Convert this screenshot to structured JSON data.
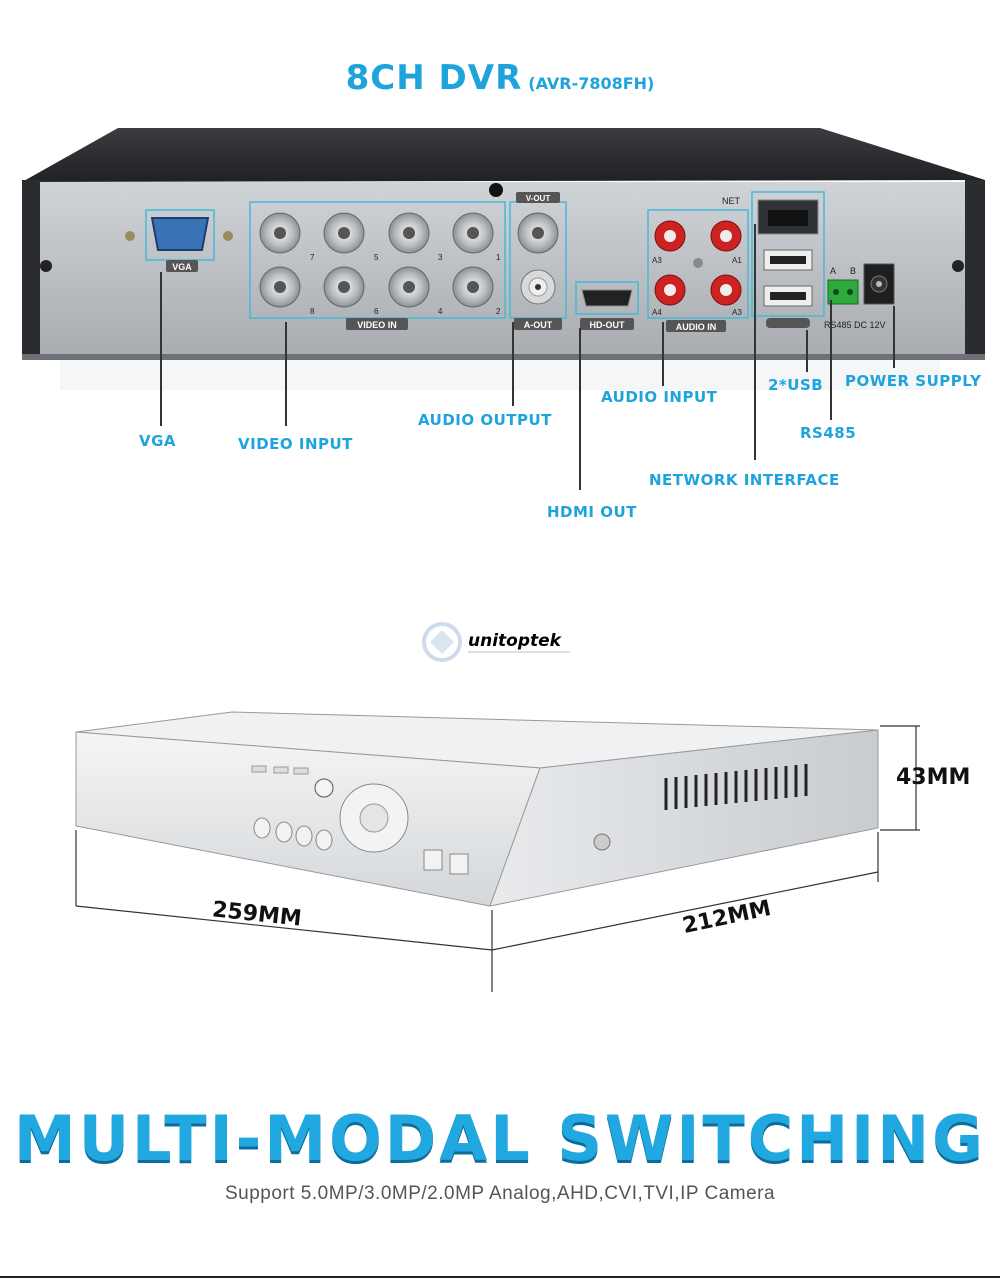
{
  "title": {
    "main": "8CH DVR",
    "model": "(AVR-7808FH)"
  },
  "panel_labels": {
    "vga": "VGA",
    "video_in": "VIDEO IN",
    "v_out": "V-OUT",
    "a_out": "A-OUT",
    "hd_out": "HD-OUT",
    "audio_in": "AUDIO IN",
    "net": "NET",
    "rs485_dc": "RS485 DC 12V",
    "a": "A",
    "b": "B",
    "bnc_numbers_top": [
      "7",
      "5",
      "3",
      "1"
    ],
    "bnc_numbers_bottom": [
      "8",
      "6",
      "4",
      "2"
    ],
    "audio_top": [
      "A3",
      "A1"
    ],
    "audio_bottom": [
      "A4",
      "A3"
    ]
  },
  "callouts": {
    "vga": "VGA",
    "video_input": "VIDEO INPUT",
    "audio_output": "AUDIO OUTPUT",
    "hdmi_out": "HDMI OUT",
    "audio_input": "AUDIO INPUT",
    "network_interface": "NETWORK INTERFACE",
    "rs485": "RS485",
    "usb": "2*USB",
    "power_supply": "POWER SUPPLY"
  },
  "logo": {
    "text": "unitoptek"
  },
  "dimensions": {
    "width": "259MM",
    "depth": "212MM",
    "height": "43MM"
  },
  "headline": "MULTI-MODAL SWITCHING",
  "subline": "Support 5.0MP/3.0MP/2.0MP Analog,AHD,CVI,TVI,IP Camera",
  "colors": {
    "accent": "#1ea3dd",
    "panel": "#b9bdc2",
    "case_dark": "#2b2d30"
  }
}
